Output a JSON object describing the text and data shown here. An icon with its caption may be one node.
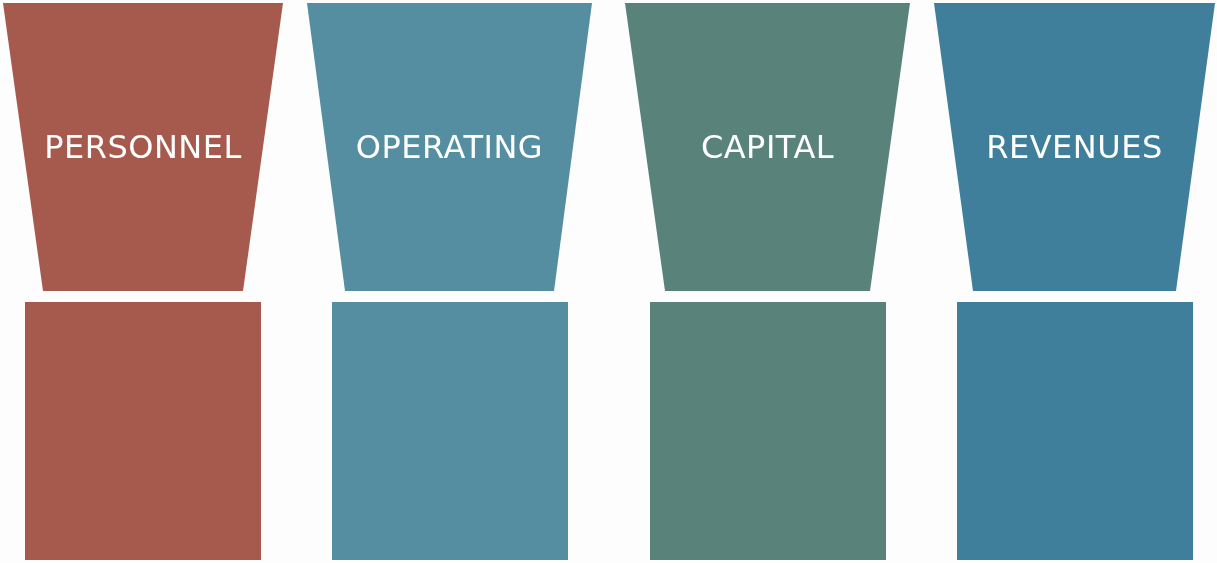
{
  "diagram": {
    "nodes": [
      {
        "text": [
          "PERSONNEL"
        ]
      },
      {
        "text": [
          "OPERATING"
        ]
      },
      {
        "text": [
          "CAPITAL"
        ]
      },
      {
        "text": [
          "REVENUES"
        ]
      },
      {
        "text": [],
        "shape": "box"
      },
      {
        "text": [],
        "shape": "box"
      },
      {
        "text": [],
        "shape": "box"
      },
      {
        "text": [],
        "shape": "box"
      }
    ]
  }
}
